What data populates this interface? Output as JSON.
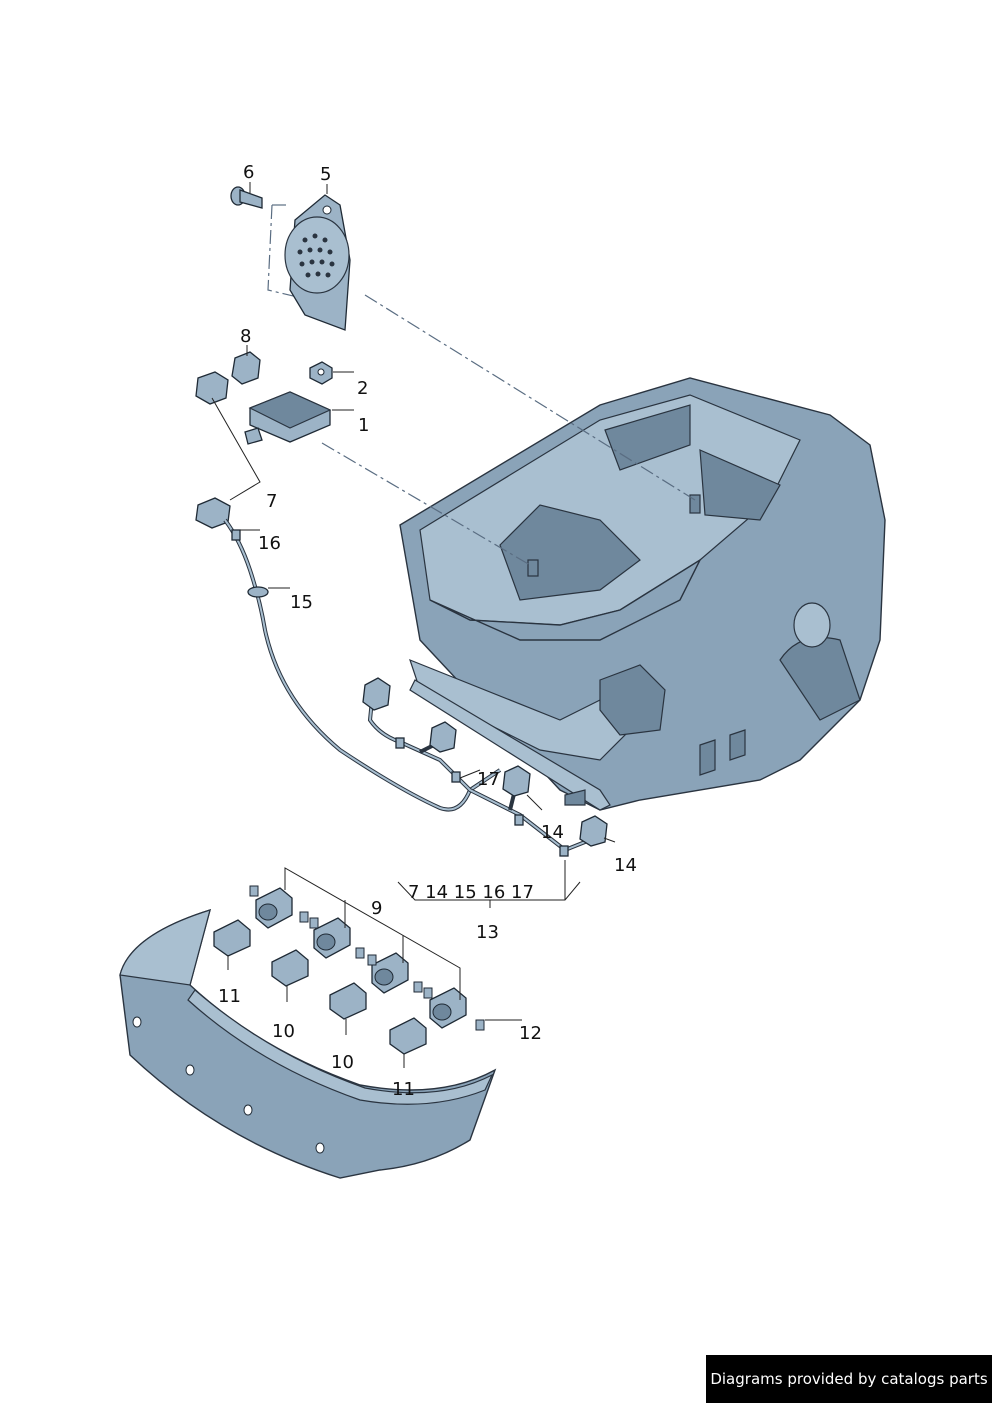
{
  "callouts": {
    "c1": "1",
    "c2": "2",
    "c5": "5",
    "c6": "6",
    "c7": "7",
    "c8": "8",
    "c9": "9",
    "c10a": "10",
    "c10b": "10",
    "c11a": "11",
    "c11b": "11",
    "c12": "12",
    "c13": "13",
    "c14a": "14",
    "c14b": "14",
    "c15": "15",
    "c16": "16",
    "c17": "17",
    "c13_group": "7 14 15 16 17"
  },
  "footer": {
    "text": "Diagrams provided by catalogs parts"
  },
  "colors": {
    "body": "#8aa3b8",
    "outline": "#2a3440",
    "footer_bg": "#000000"
  }
}
